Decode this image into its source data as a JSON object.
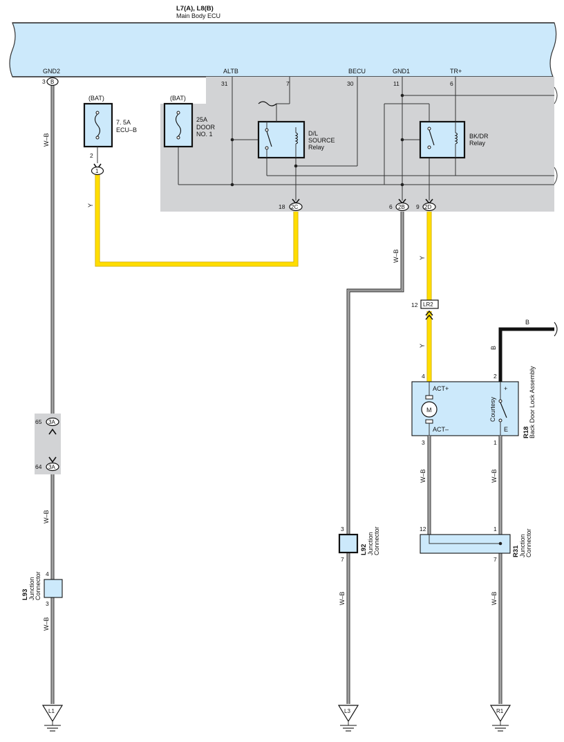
{
  "ecu": {
    "title": "L7(A), L8(B)",
    "subtitle": "Main Body ECU",
    "terminals": {
      "gnd2": "GND2",
      "altb": "ALTB",
      "becu": "BECU",
      "gnd1": "GND1",
      "trplus": "TR+"
    },
    "pins": {
      "gnd2_pin": "3",
      "gnd2_conn": "B",
      "p31": "31",
      "p7": "7",
      "p30": "30",
      "p11": "11",
      "p6": "6"
    },
    "bottom_pins": {
      "p18": "18",
      "c2c": "2C",
      "p6b": "6",
      "c2b": "2B",
      "p9": "9",
      "c2d": "2D"
    }
  },
  "fuses": {
    "ecub": {
      "bat": "(BAT)",
      "rating": "7. 5A",
      "name": "ECU–B",
      "pin": "2",
      "conn": "1"
    },
    "door": {
      "bat": "(BAT)",
      "rating": "25A",
      "name1": "DOOR",
      "name2": "NO. 1"
    }
  },
  "relays": {
    "dl": {
      "line1": "D/L",
      "line2": "SOURCE",
      "line3": "Relay"
    },
    "bkdr": {
      "line1": "BK/DR",
      "line2": "Relay"
    }
  },
  "wires": {
    "wb": "W–B",
    "y": "Y",
    "b": "B"
  },
  "inline_connectors": {
    "c3a_top": {
      "pin": "65",
      "conn": "3A"
    },
    "c3a_bottom": {
      "pin": "64",
      "conn": "3A"
    },
    "lr2": {
      "pin": "12",
      "conn": "LR2"
    }
  },
  "back_door": {
    "id": "R18",
    "name": "Back Door Lock Assembly",
    "act_plus": "ACT+",
    "act_minus": "ACT–",
    "motor": "M",
    "courtesy": "Courtesy",
    "plus": "+",
    "e": "E",
    "pin4": "4",
    "pin2": "2",
    "pin3": "3",
    "pin1": "1"
  },
  "junctions": {
    "l93": {
      "id": "L93",
      "line1": "Junction",
      "line2": "Connector",
      "pin_top": "4",
      "pin_bottom": "3"
    },
    "l92": {
      "id": "L92",
      "line1": "Junction",
      "line2": "Connector",
      "pin_top": "3",
      "pin_bottom": "7"
    },
    "r31": {
      "id": "R31",
      "line1": "Junction",
      "line2": "Connector",
      "pin_left": "12",
      "pin_right": "1",
      "pin_bottom": "7"
    }
  },
  "grounds": {
    "l1": "L1",
    "l3": "L3",
    "r1": "R1"
  },
  "colors": {
    "ecu_fill": "#cce9fb",
    "panel_fill": "#d2d3d5",
    "yellow_wire": "#ffdd00",
    "component_fill": "#cce9fb"
  }
}
